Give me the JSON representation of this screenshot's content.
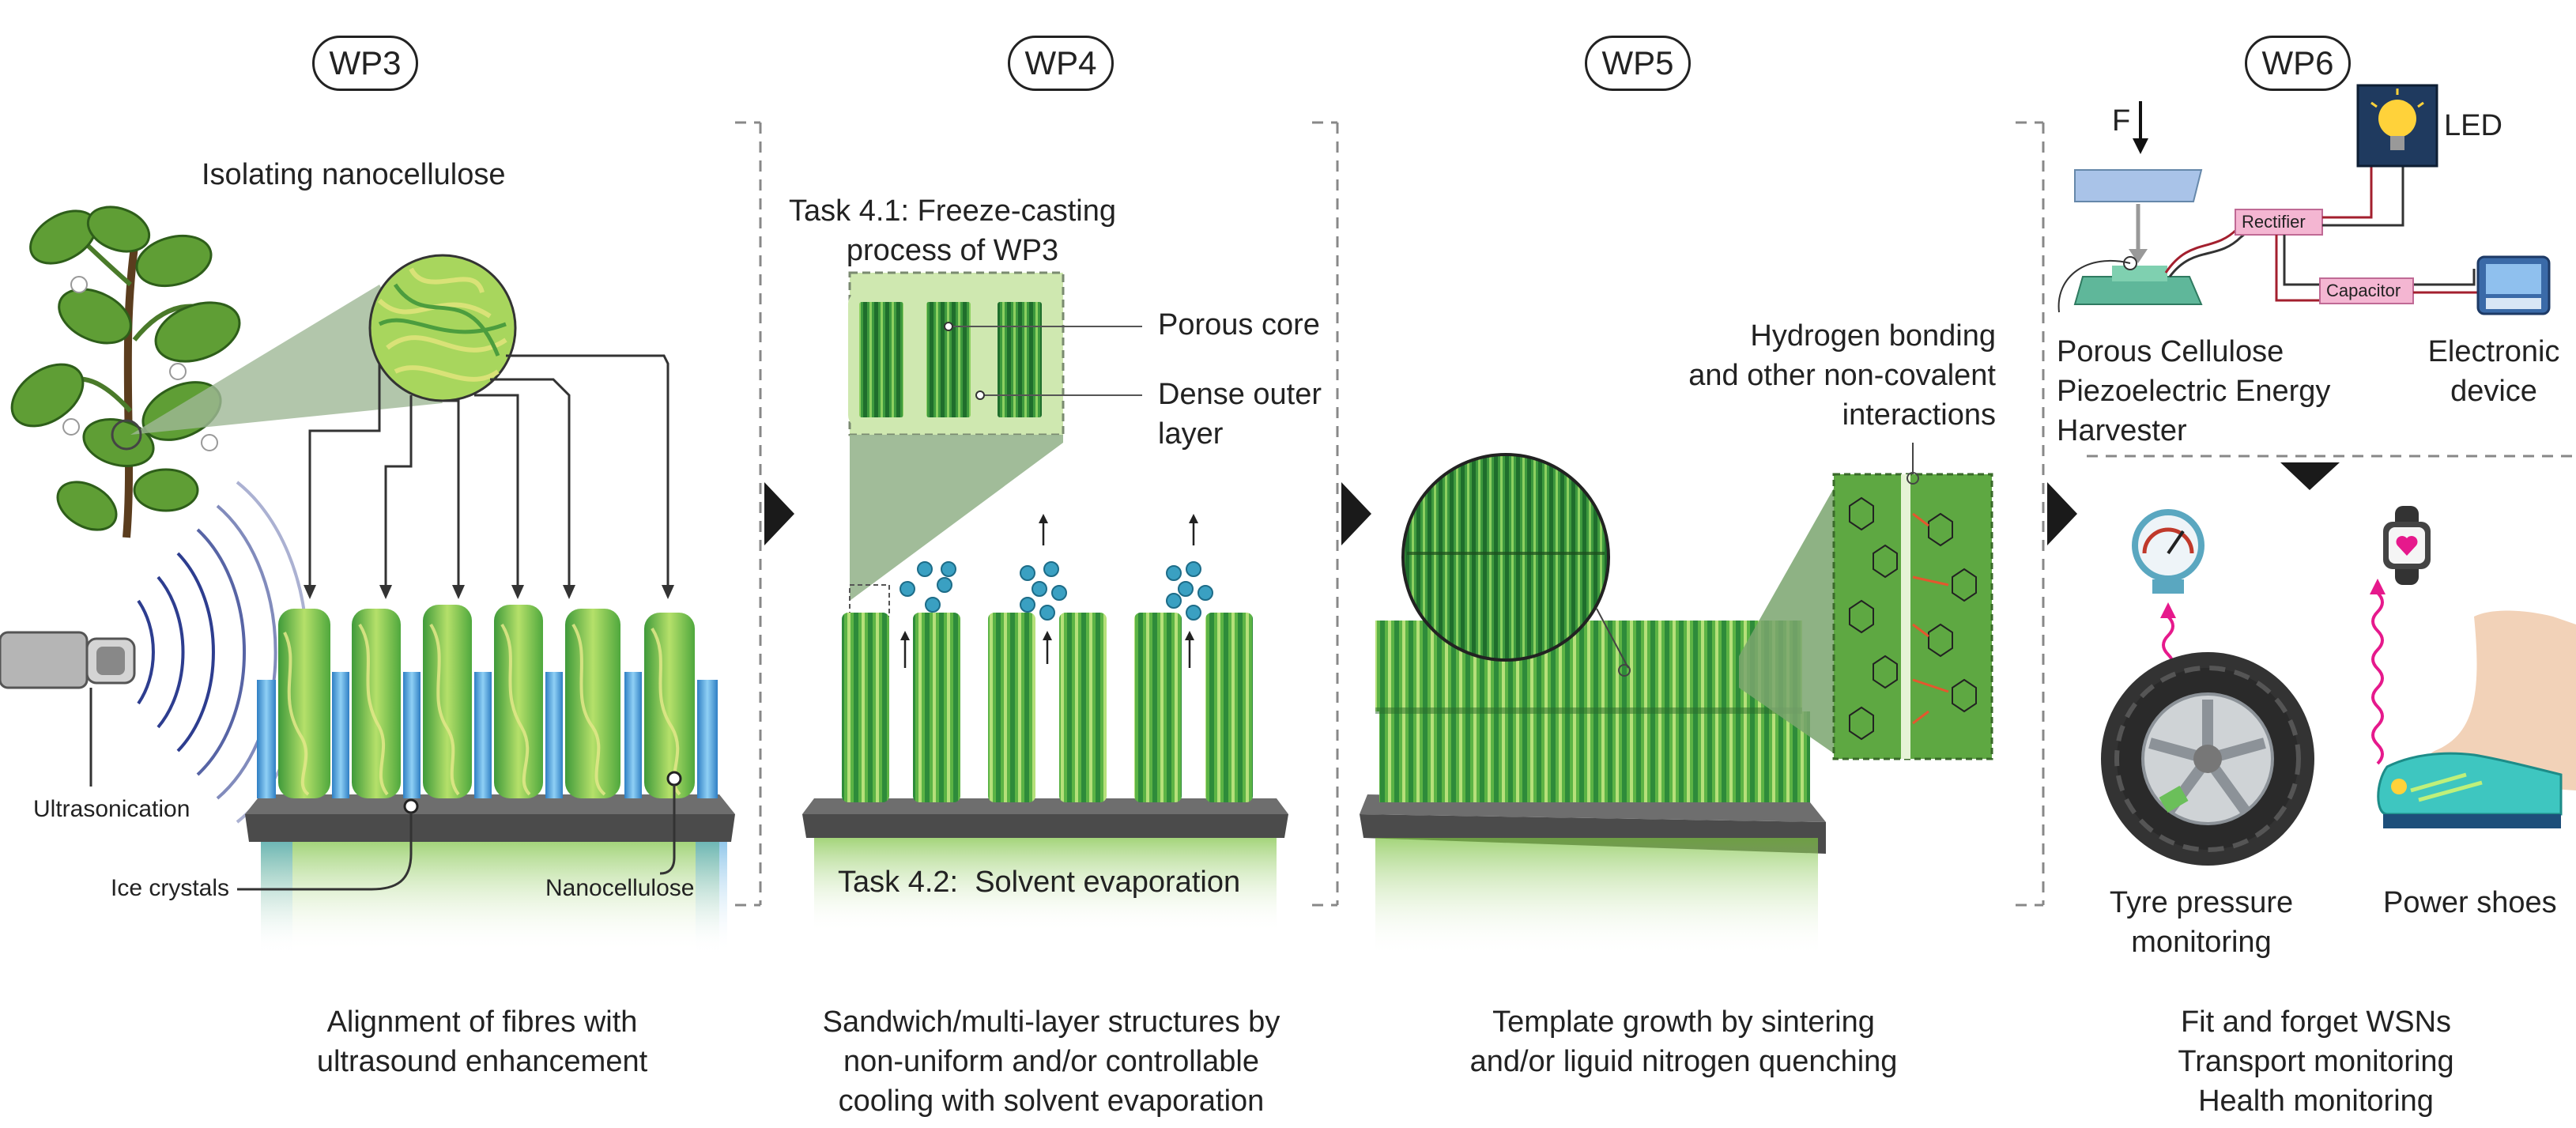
{
  "wp": {
    "wp3": "WP3",
    "wp4": "WP4",
    "wp5": "WP5",
    "wp6": "WP6"
  },
  "wp3": {
    "title": "Isolating nanocellulose",
    "ultrasonication": "Ultrasonication",
    "ice_crystals": "Ice crystals",
    "nanocellulose": "Nanocellulose",
    "caption_line1": "Alignment of fibres with",
    "caption_line2": "ultrasound enhancement"
  },
  "wp4": {
    "task41_line1": "Task 4.1: Freeze-casting",
    "task41_line2": "process of WP3",
    "porous_core": "Porous core",
    "dense_line1": "Dense outer",
    "dense_line2": "layer",
    "task42": "Task 4.2:  Solvent evaporation",
    "caption_line1": "Sandwich/multi-layer structures by",
    "caption_line2": "non-uniform and/or controllable",
    "caption_line3": "cooling with solvent evaporation"
  },
  "wp5": {
    "hb_line1": "Hydrogen bonding",
    "hb_line2": "and other non-covalent",
    "hb_line3": "interactions",
    "caption_line1": "Template growth by sintering",
    "caption_line2": "and/or liguid nitrogen quenching"
  },
  "wp6": {
    "force": "F",
    "led": "LED",
    "rectifier": "Rectifier",
    "capacitor": "Capacitor",
    "harvester_line1": "Porous Cellulose",
    "harvester_line2": "Piezoelectric Energy",
    "harvester_line3": "Harvester",
    "device_line1": "Electronic",
    "device_line2": "device",
    "tyre_line1": "Tyre pressure",
    "tyre_line2": "monitoring",
    "shoes": "Power shoes",
    "caption_line1": "Fit and forget WSNs",
    "caption_line2": "Transport monitoring",
    "caption_line3": "Health monitoring"
  },
  "colors": {
    "fibre_green": "#7dc242",
    "dark_green": "#2e8b3a",
    "ice_blue": "#4aa3dd",
    "base_grey": "#6b6b6b",
    "pink_box": "#f4b6d2",
    "magenta": "#e6198c"
  }
}
